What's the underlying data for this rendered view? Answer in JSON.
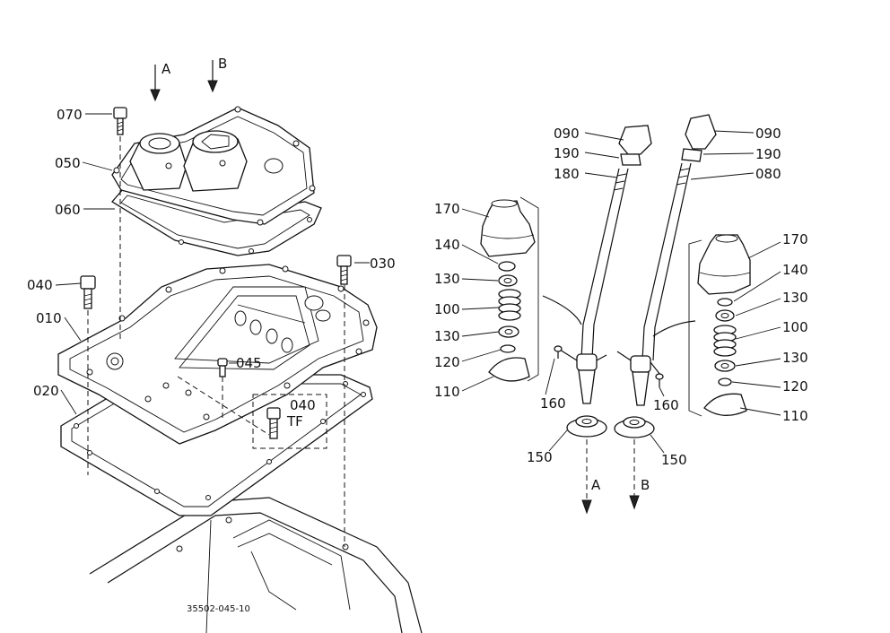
{
  "labels": {
    "p070": "070",
    "p050": "050",
    "p060": "060",
    "p040a": "040",
    "p030": "030",
    "p010": "010",
    "p045": "045",
    "p040b": "040",
    "tf": "TF",
    "p020": "020",
    "arrowA_top": "A",
    "arrowB_top": "B",
    "p090_l": "090",
    "p190_l": "190",
    "p180": "180",
    "p090_r": "090",
    "p190_r": "190",
    "p080": "080",
    "p170_l": "170",
    "p140_l": "140",
    "p130_l1": "130",
    "p100_l": "100",
    "p130_l2": "130",
    "p120_l": "120",
    "p110_l": "110",
    "p170_r": "170",
    "p140_r": "140",
    "p130_r1": "130",
    "p100_r": "100",
    "p130_r2": "130",
    "p120_r": "120",
    "p110_r": "110",
    "p160_l": "160",
    "p160_r": "160",
    "p150_l": "150",
    "p150_r": "150",
    "arrowA_bot": "A",
    "arrowB_bot": "B",
    "drawing_ref": "35502-045-10"
  }
}
